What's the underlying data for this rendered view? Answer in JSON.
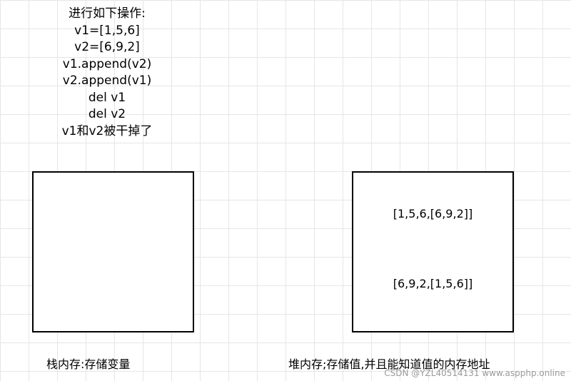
{
  "operations": {
    "lines": [
      "进行如下操作:",
      "v1=[1,5,6]",
      "v2=[6,9,2]",
      "v1.append(v2)",
      "v2.append(v1)",
      "del v1",
      "del v2",
      "v1和v2被干掉了"
    ]
  },
  "stack": {
    "caption": "栈内存:存储变量"
  },
  "heap": {
    "values": [
      "[1,5,6,[6,9,2]]",
      "[6,9,2,[1,5,6]]"
    ],
    "caption": "堆内存;存储值,并且能知道值的内存地址"
  },
  "watermark": {
    "text": "CSDN @YZL40514131  www.aspphp.online"
  }
}
